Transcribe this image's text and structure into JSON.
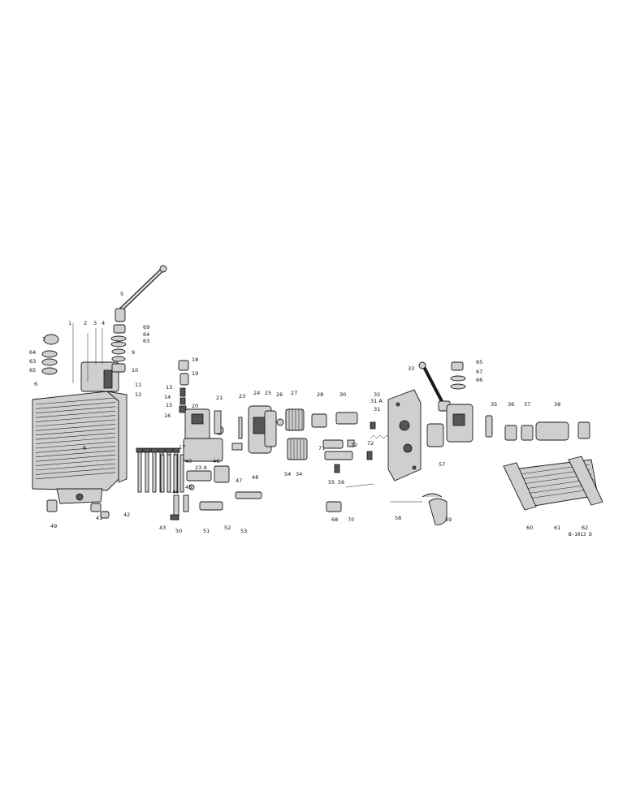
{
  "diagram": {
    "reference_code": "B-1013 D",
    "callouts": [
      "1",
      "2",
      "3",
      "4",
      "5",
      "6",
      "7",
      "8",
      "9",
      "10",
      "11",
      "12",
      "13",
      "14",
      "15",
      "16",
      "17",
      "18",
      "19",
      "20",
      "21",
      "22",
      "23",
      "23 A",
      "24",
      "25",
      "26",
      "27",
      "28",
      "30",
      "31",
      "31 A",
      "32",
      "33",
      "34",
      "35",
      "36",
      "37",
      "38",
      "40",
      "41",
      "42",
      "43",
      "44",
      "45",
      "46",
      "47",
      "48",
      "49",
      "50",
      "51",
      "52",
      "53",
      "54",
      "55",
      "56",
      "57",
      "58",
      "59",
      "60",
      "61",
      "62",
      "63",
      "64",
      "65",
      "66",
      "67",
      "68",
      "69",
      "70",
      "71",
      "72"
    ]
  }
}
